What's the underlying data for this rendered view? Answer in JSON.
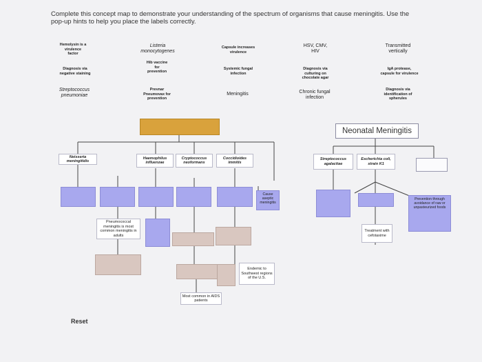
{
  "instructions": "Complete this concept map to demonstrate your understanding of the spectrum of organisms that cause meningitis. Use the pop-up hints to help you place the labels correctly.",
  "labels": {
    "hemolysin": "Hemolysin is a virulence factor",
    "listeria": "Listeria monocytogenes",
    "capsule_virulence": "Capsule increases virulence",
    "hsv_cmv": "HSV, CMV, HIV",
    "transmitted": "Transmitted vertically",
    "negative_staining": "Diagnosis via negative staining",
    "hib_vaccine": "Hib vaccine for prevention",
    "systemic_fungal": "Systemic fungal infection",
    "chocolate_agar": "Diagnosis via culturing on chocolate agar",
    "iga_protease": "IgA protease, capsule for virulence",
    "strep_pneumoniae": "Streptococcus pneumoniae",
    "prevnar": "Prevnar Pneumovax for prevention",
    "meningitis": "Meningitis",
    "chronic_fungal": "Chronic fungal infection",
    "spherules": "Diagnosis via identification of spherules"
  },
  "map": {
    "title": "Neonatal Meningitis",
    "neisseria": "Neisseria meningitidis",
    "haemophilus": "Haemophilus influenzae",
    "cryptococcus": "Cryptococcus neoformans",
    "coccidioides": "Coccidioides immitis",
    "strep_agalactiae": "Streptococcus agalactiae",
    "ecoli": "Escherichia coli, strain K1",
    "aseptic": "Cause aseptic meningitis",
    "prevention_food": "Prevention through avoidance of raw or unpasteurized foods",
    "pneumococcal": "Pneumococcal meningitis is most common meningitis in adults",
    "treatment": "Treatment with cefotaxime",
    "endemic": "Endemic to Southwest regions of the U.S.",
    "aids": "Most common in AIDS patients"
  },
  "reset_label": "Reset",
  "colors": {
    "background": "#f2f2f4",
    "drop_zone_purple": "#a8a8ee",
    "drop_zone_tan": "#d9c7c0",
    "root_box": "#d9a23c",
    "connector": "#444444"
  }
}
